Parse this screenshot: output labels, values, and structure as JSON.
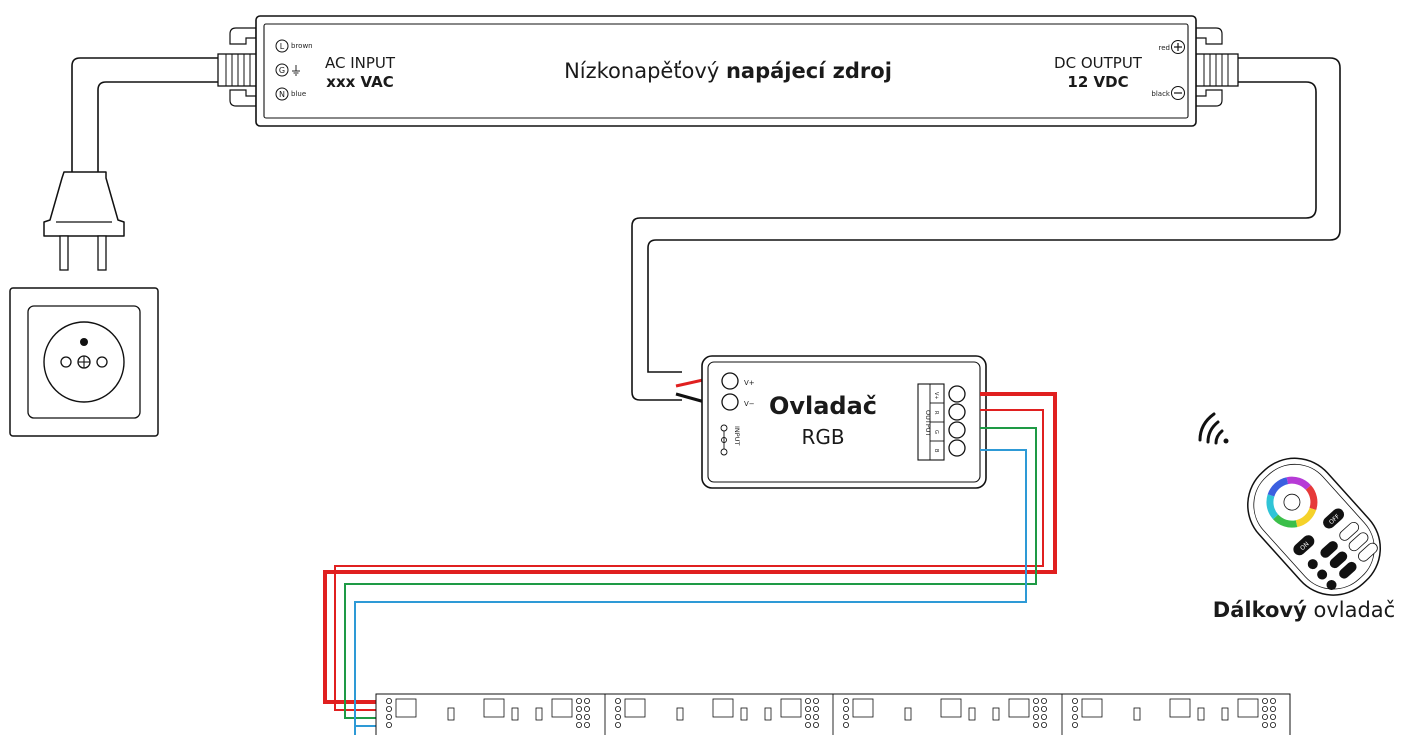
{
  "psu": {
    "title_regular": "Nízkonapěťový",
    "title_bold": "napájecí zdroj",
    "ac_label": "AC INPUT",
    "ac_value": "xxx VAC",
    "dc_label": "DC OUTPUT",
    "dc_value": "12 VDC",
    "terminals_in": [
      {
        "symbol": "L",
        "name": "brown"
      },
      {
        "symbol": "G",
        "name": ""
      },
      {
        "symbol": "N",
        "name": "blue"
      }
    ],
    "terminals_out": [
      {
        "name": "red"
      },
      {
        "name": "black"
      }
    ]
  },
  "controller": {
    "title": "Ovladač",
    "subtitle": "RGB",
    "input_label": "INPUT",
    "output_label": "OUTPUT",
    "vplus": "V+",
    "vminus": "V−",
    "out_channels": [
      "V+",
      "R",
      "G",
      "B"
    ]
  },
  "remote": {
    "label_bold": "Dálkový",
    "label_regular": "ovladač",
    "buttons": [
      "ON",
      "OFF"
    ]
  },
  "wires": {
    "red": "#e02020",
    "black": "#111111",
    "green": "#1e9a45",
    "blue": "#2e9ad6"
  }
}
